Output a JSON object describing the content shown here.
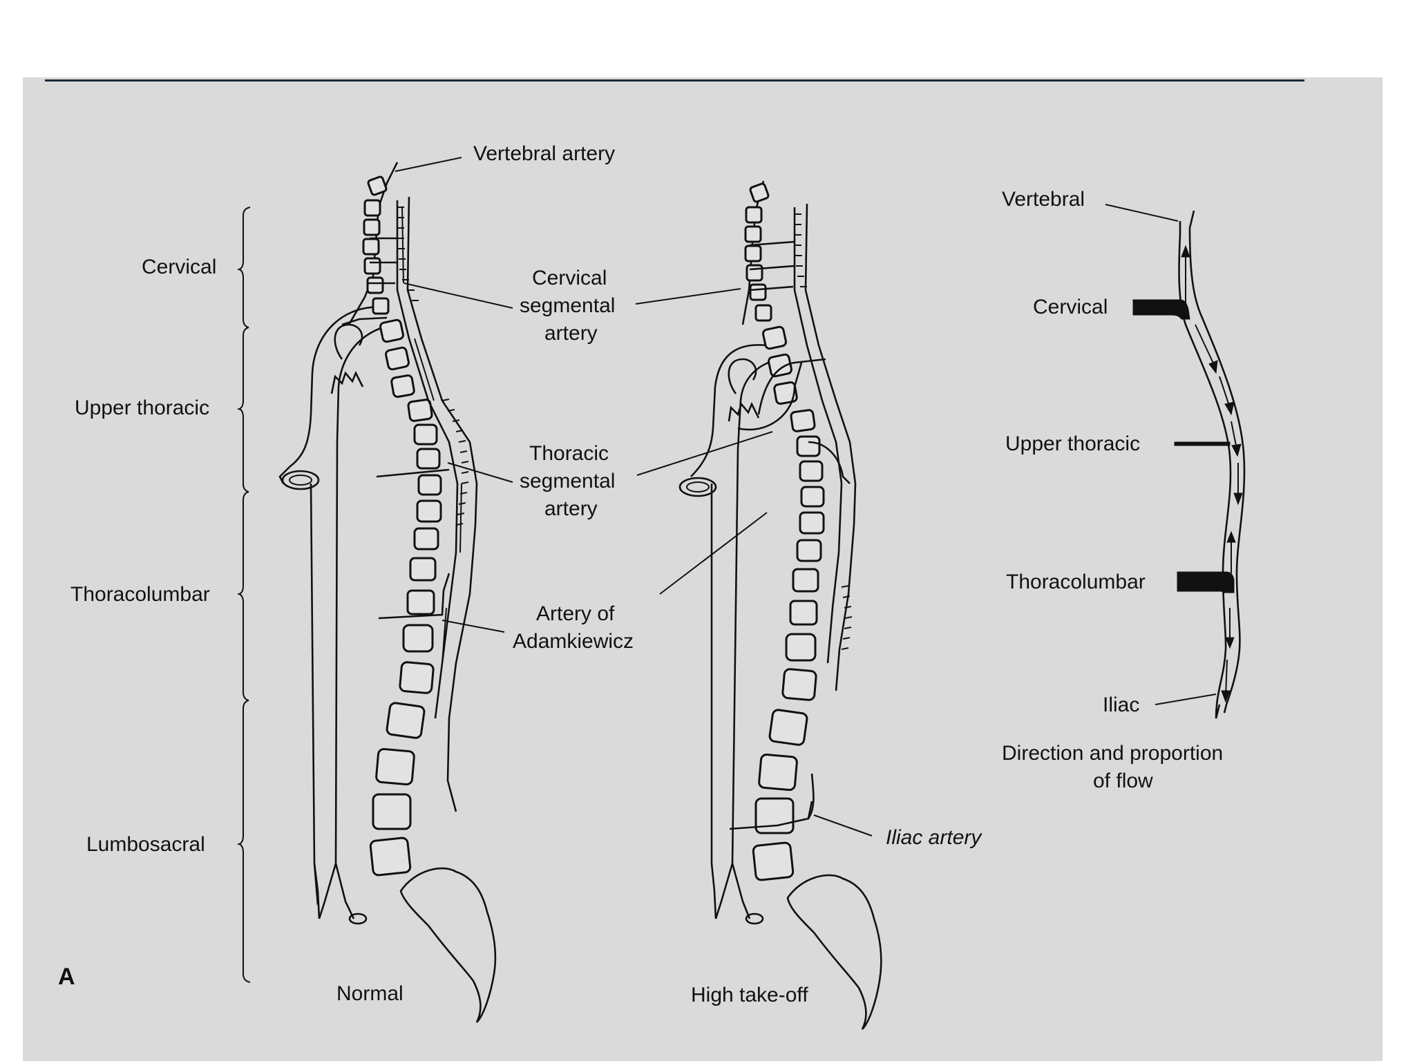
{
  "figure": {
    "panel_letter": "A",
    "regions": [
      "Cervical",
      "Upper thoracic",
      "Thoracolumbar",
      "Lumbosacral"
    ],
    "callouts": {
      "vertebral_artery": "Vertebral artery",
      "cervical_segmental": [
        "Cervical",
        "segmental",
        "artery"
      ],
      "thoracic_segmental": [
        "Thoracic",
        "segmental",
        "artery"
      ],
      "adamkiewicz": [
        "Artery of",
        "Adamkiewicz"
      ],
      "iliac_artery": "Iliac artery"
    },
    "captions": {
      "normal": "Normal",
      "high_takeoff": "High take-off"
    },
    "flow_diagram": {
      "labels": [
        "Vertebral",
        "Cervical",
        "Upper thoracic",
        "Thoracolumbar",
        "Iliac"
      ],
      "caption": [
        "Direction and proportion",
        "of flow"
      ]
    }
  }
}
